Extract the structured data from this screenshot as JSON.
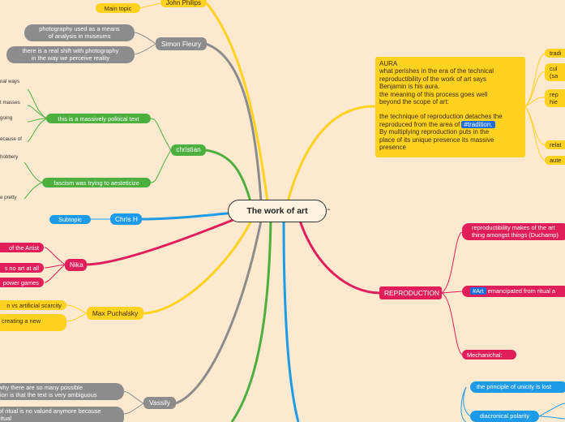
{
  "root": {
    "title": "The work of art"
  },
  "aura": {
    "lines": [
      "AURA",
      "what perishes in the era of the technical",
      "reproductibility of the work of art says",
      "Benjamin is his aura.",
      "the meaning of this process goes well",
      "beyond the scope of art:",
      "",
      "the technique of reproduction detaches the"
    ],
    "line_pre": "reproduced from the area of",
    "tag": "#tradition.",
    "lines_after": [
      "By multiplying reproduction puts in the",
      "place of its unique presence its massive",
      "presence"
    ]
  },
  "right_top": [
    "tradi",
    "cul",
    "(sa",
    "rep",
    "hie",
    "relat",
    "aute"
  ],
  "reproduction": {
    "label": "REPRODUCTION",
    "items": [
      "reproductibility makes of the art",
      "thing amongst things (Duchamp)"
    ],
    "art_tag": "#Art",
    "art_text": "emancipated from ritual a",
    "mechanical": "Mechanichal:"
  },
  "blue_right": {
    "unicity": "the principle of unicity is lost",
    "diacronical": "diacronical polarity"
  },
  "john": {
    "label": "John Philips",
    "main": "Main topic"
  },
  "simon": {
    "label": "Simon Fleury",
    "items": [
      "photography used as a means",
      "of analysis in museums",
      "there is a real shift with photography",
      "in the way we perceive reality"
    ]
  },
  "christian": {
    "label": "christian",
    "political": "this is a massively political text",
    "fascism": "fascism was trying to aesteticize",
    "tiny": [
      "nal ways",
      "t masses",
      "going",
      "ecause of",
      "hobbery",
      "e pretty"
    ]
  },
  "chris": {
    "label": "Chris H",
    "subtopic": "Subtopic"
  },
  "nika": {
    "label": "Nika",
    "items": [
      "of the Artist",
      "s no art at all",
      "power games"
    ]
  },
  "max": {
    "label": "Max Puchalsky",
    "items": [
      "n vs artificial scarcity",
      "creating a new"
    ]
  },
  "vassily": {
    "label": "Vassily",
    "items": [
      "why there are so many possible",
      "tion is that the text is very ambiguous",
      "of ritual is no valued anymore because",
      "ritual"
    ]
  },
  "hint": "ิ"
}
